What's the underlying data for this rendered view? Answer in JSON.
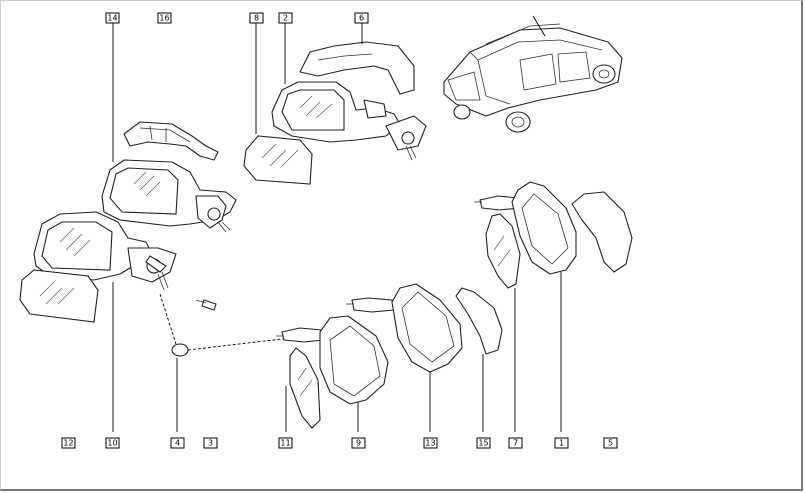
{
  "diagram": {
    "callouts": [
      {
        "id": "c14",
        "label": "14"
      },
      {
        "id": "c16",
        "label": "16"
      },
      {
        "id": "c8",
        "label": "8"
      },
      {
        "id": "c2",
        "label": "2"
      },
      {
        "id": "c6",
        "label": "6"
      },
      {
        "id": "c12",
        "label": "12"
      },
      {
        "id": "c10",
        "label": "10"
      },
      {
        "id": "c4",
        "label": "4"
      },
      {
        "id": "c3",
        "label": "3"
      },
      {
        "id": "c11",
        "label": "11"
      },
      {
        "id": "c9",
        "label": "9"
      },
      {
        "id": "c13",
        "label": "13"
      },
      {
        "id": "c15",
        "label": "15"
      },
      {
        "id": "c7",
        "label": "7"
      },
      {
        "id": "c1",
        "label": "1"
      },
      {
        "id": "c5",
        "label": "5"
      }
    ]
  }
}
